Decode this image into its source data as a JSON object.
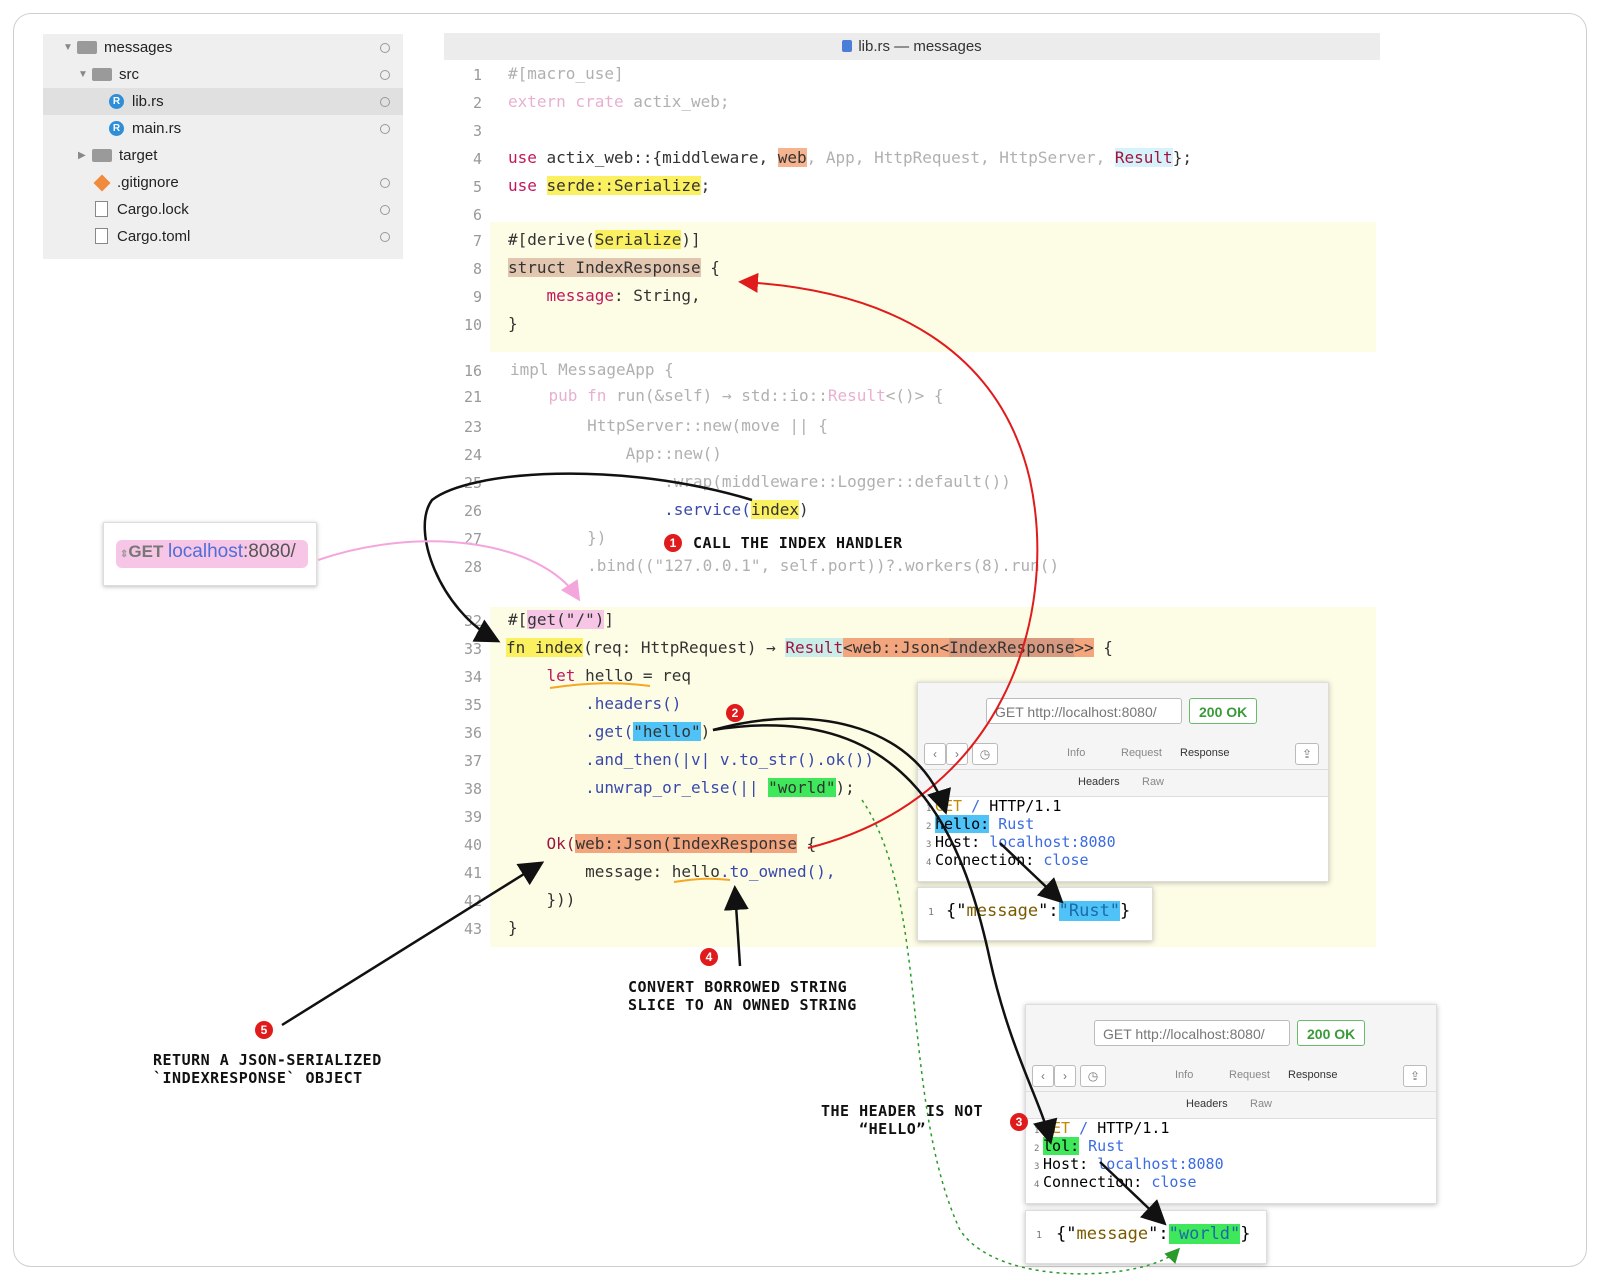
{
  "window": {
    "title": "lib.rs — messages"
  },
  "file_tree": [
    {
      "label": "messages",
      "icon": "folder-icon",
      "expanded": true
    },
    {
      "label": "src",
      "icon": "folder-icon",
      "expanded": true
    },
    {
      "label": "lib.rs",
      "icon": "rust-file-icon",
      "selected": true
    },
    {
      "label": "main.rs",
      "icon": "rust-file-icon"
    },
    {
      "label": "target",
      "icon": "folder-icon",
      "expanded": false
    },
    {
      "label": ".gitignore",
      "icon": "git-icon"
    },
    {
      "label": "Cargo.lock",
      "icon": "file-icon"
    },
    {
      "label": "Cargo.toml",
      "icon": "file-icon"
    }
  ],
  "code": {
    "line_numbers": [
      "1",
      "2",
      "3",
      "4",
      "5",
      "6",
      "7",
      "8",
      "9",
      "10",
      "16",
      "21",
      "23",
      "24",
      "25",
      "26",
      "27",
      "28",
      "32",
      "33",
      "34",
      "35",
      "36",
      "37",
      "38",
      "39",
      "40",
      "41",
      "42",
      "43"
    ],
    "l1": "#[macro_use]",
    "l2a": "extern crate",
    "l2b": " actix_web;",
    "l4a": "use",
    "l4b": " actix_web::{middleware, ",
    "l4c": "web",
    "l4d": ", App, HttpRequest, HttpServer, ",
    "l4e": "Result",
    "l4f": "};",
    "l5a": "use",
    "l5b": "serde::Serialize",
    "l5c": ";",
    "l7a": "#[derive(",
    "l7b": "Serialize",
    "l7c": ")]",
    "l8a": "struct IndexResponse",
    "l8b": " {",
    "l9a": "    message",
    "l9b": ": String,",
    "l10": "}",
    "l16": "impl MessageApp {",
    "l21a": "    pub fn ",
    "l21b": "run",
    "l21c": "(&self) → std::io::",
    "l21d": "Result",
    "l21e": "<()> {",
    "l23": "        HttpServer::new(move || {",
    "l24": "            App::new()",
    "l25": "                .wrap(middleware::Logger::default())",
    "l26a": "                .service(",
    "l26b": "index",
    "l26c": ")",
    "l27": "        })",
    "l28": "        .bind((\"127.0.0.1\", self.port))?.workers(8).run()",
    "l32a": "#[",
    "l32b": "get(\"/\")",
    "l32c": "]",
    "l33a": "fn index",
    "l33b": "(req: HttpRequest) → ",
    "l33c": "Result",
    "l33d": "<web::Json<",
    "l33e": "IndexResponse",
    "l33f": ">>",
    "l33g": " {",
    "l34a": "    let ",
    "l34b": "hello",
    "l34c": " = req",
    "l35": "        .headers()",
    "l36a": "        .get(",
    "l36b": "\"hello\"",
    "l36c": ")",
    "l37": "        .and_then(|v| v.to_str().ok())",
    "l38a": "        .unwrap_or_else(|| ",
    "l38b": "\"world\"",
    "l38c": ");",
    "l40a": "    Ok(",
    "l40b": "web::Json(",
    "l40c": "IndexResponse",
    "l40d": " {",
    "l41a": "        message: ",
    "l41b": "hello",
    "l41c": ".to_owned(),",
    "l42": "    }))",
    "l43": "}"
  },
  "request": {
    "method": "GET",
    "host": "localhost",
    "port_path": ":8080/"
  },
  "annotations": {
    "a1": "CALL THE INDEX HANDLER",
    "a3": "THE HEADER IS NOT\n    “HELLO”",
    "a4": "CONVERT BORROWED STRING\nSLICE TO AN OWNED STRING",
    "a5": "RETURN A JSON-SERIALIZED\n`INDEXRESPONSE` OBJECT",
    "b1": "1",
    "b2": "2",
    "b3": "3",
    "b4": "4",
    "b5": "5"
  },
  "panel1": {
    "url": "GET http://localhost:8080/",
    "status": "200 OK",
    "tabs": [
      "Info",
      "Request",
      "Response"
    ],
    "subtabs": [
      "Headers",
      "Raw"
    ],
    "rows": [
      {
        "n": "1",
        "a": "GET",
        "b": " / ",
        "c": "HTTP/1.1"
      },
      {
        "n": "2",
        "a": "hello:",
        "b": " Rust"
      },
      {
        "n": "3",
        "a": "Host: ",
        "b": "localhost:8080"
      },
      {
        "n": "4",
        "a": "Connection: ",
        "b": "close"
      }
    ],
    "json_n": "1",
    "json_pre": "{\"",
    "json_key": "message",
    "json_mid": "\":",
    "json_val": "\"Rust\"",
    "json_end": "}"
  },
  "panel2": {
    "url": "GET http://localhost:8080/",
    "status": "200 OK",
    "tabs": [
      "Info",
      "Request",
      "Response"
    ],
    "subtabs": [
      "Headers",
      "Raw"
    ],
    "rows": [
      {
        "n": "1",
        "a": "GET",
        "b": " / ",
        "c": "HTTP/1.1"
      },
      {
        "n": "2",
        "a": "lol:",
        "b": " Rust"
      },
      {
        "n": "3",
        "a": "Host: ",
        "b": "localhost:8080"
      },
      {
        "n": "4",
        "a": "Connection: ",
        "b": "close"
      }
    ],
    "json_n": "1",
    "json_pre": "{\"",
    "json_key": "message",
    "json_mid": "\":",
    "json_val": "\"world\"",
    "json_end": "}"
  }
}
